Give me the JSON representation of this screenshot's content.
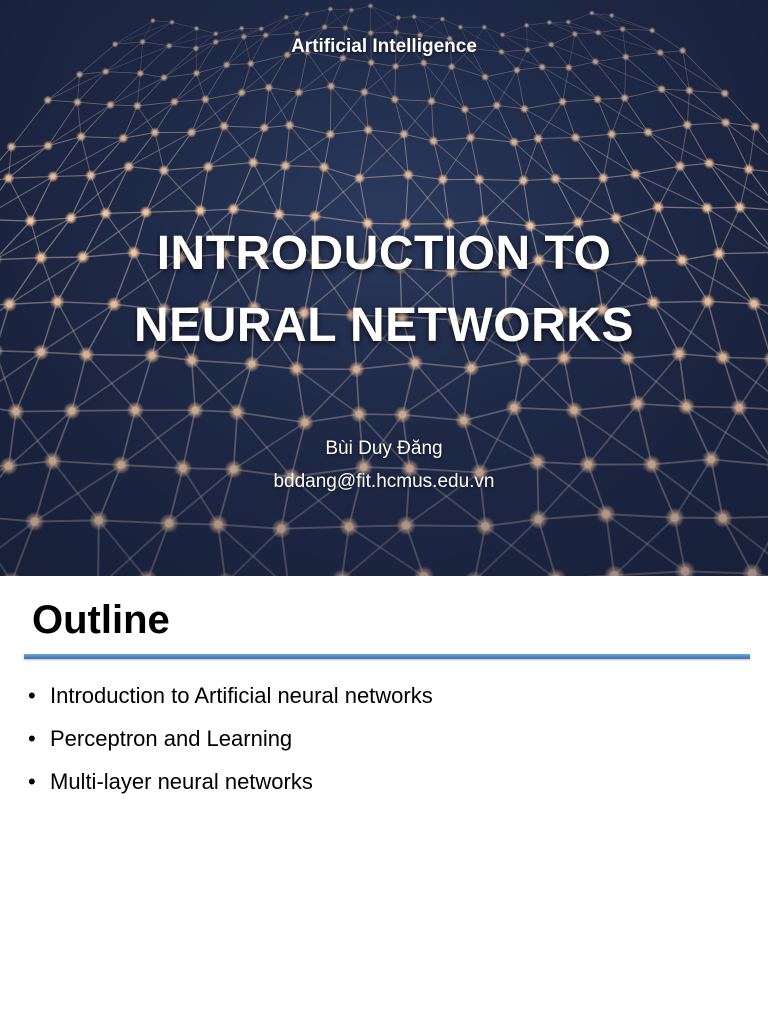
{
  "title_slide": {
    "course": "Artificial Intelligence",
    "title_line1": "INTRODUCTION TO",
    "title_line2": "NEURAL NETWORKS",
    "author": "Bùi Duy Đăng",
    "email": "bddang@fit.hcmus.edu.vn"
  },
  "outline_slide": {
    "title": "Outline",
    "items": [
      "Introduction to Artificial neural networks",
      "Perceptron and Learning",
      "Multi-layer neural networks"
    ]
  },
  "colors": {
    "title_bg": "#1f2a47",
    "node": "#f4c7a0",
    "edge": "#c9b7ad",
    "rule": "#4a86c5"
  }
}
